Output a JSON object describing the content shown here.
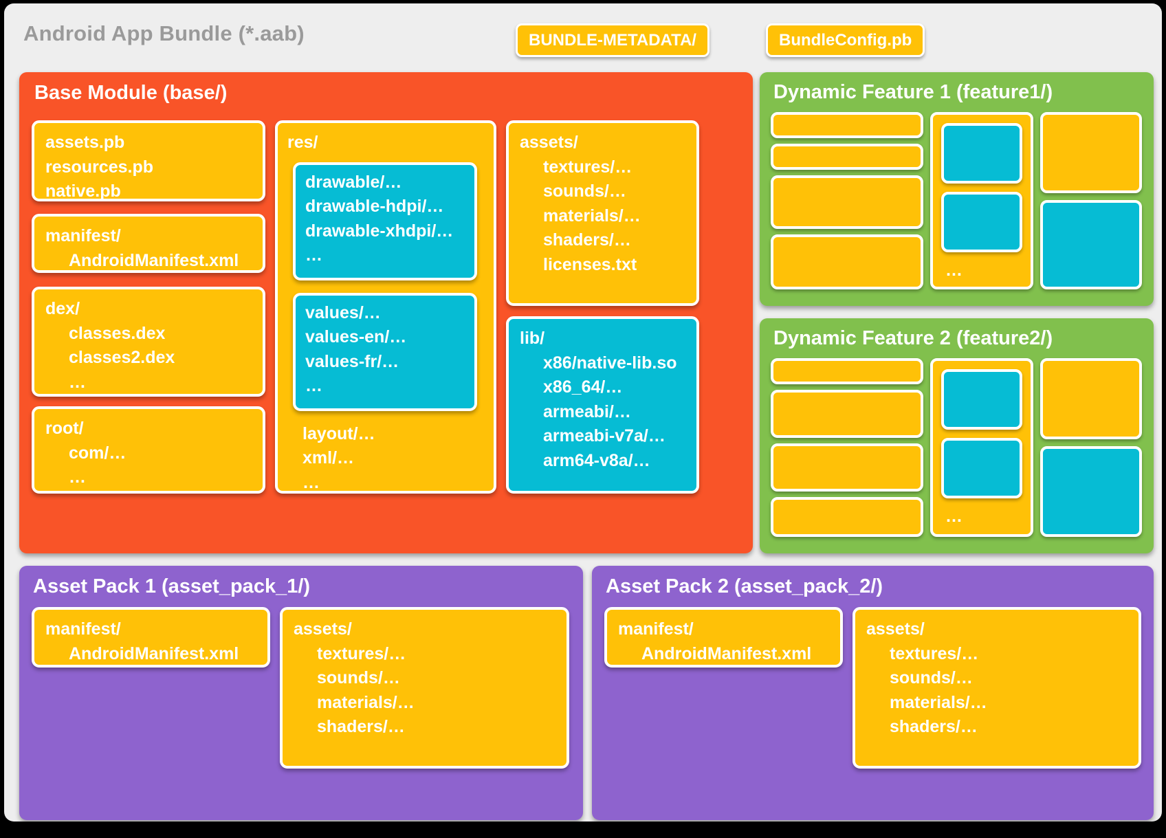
{
  "bundle": {
    "title": "Android App Bundle (*.aab)",
    "metadata_chip": "BUNDLE-METADATA/",
    "config_chip": "BundleConfig.pb"
  },
  "colors": {
    "page_background": "#000000",
    "card_background": "#eeeeee",
    "base_module": "#F95428",
    "dynamic_feature": "#81C04D",
    "asset_pack": "#8E63CE",
    "file_box_yellow": "#FFC107",
    "file_box_cyan": "#06BCD4",
    "title_grey": "#9a9a9a",
    "text_white": "#ffffff"
  },
  "base_module": {
    "title": "Base Module (base/)",
    "boxes": {
      "protos": {
        "lines": [
          "assets.pb",
          "resources.pb",
          "native.pb"
        ]
      },
      "manifest": {
        "head": "manifest/",
        "children": [
          "AndroidManifest.xml"
        ]
      },
      "dex": {
        "head": "dex/",
        "children": [
          "classes.dex",
          "classes2.dex",
          "…"
        ]
      },
      "root": {
        "head": "root/",
        "children": [
          "com/…",
          "…"
        ]
      },
      "res": {
        "head": "res/",
        "drawable": [
          "drawable/…",
          "drawable-hdpi/…",
          "drawable-xhdpi/…",
          "…"
        ],
        "values": [
          "values/…",
          "values-en/…",
          "values-fr/…",
          "…"
        ],
        "tail": [
          "layout/…",
          "xml/…",
          "…"
        ]
      },
      "assets": {
        "head": "assets/",
        "children": [
          "textures/…",
          "sounds/…",
          "materials/…",
          "shaders/…",
          "licenses.txt"
        ]
      },
      "lib": {
        "head": "lib/",
        "children": [
          "x86/native-lib.so",
          "x86_64/…",
          "armeabi/…",
          "armeabi-v7a/…",
          "arm64-v8a/…"
        ]
      }
    }
  },
  "dynamic_features": [
    {
      "title": "Dynamic Feature 1 (feature1/)",
      "ellipsis": "…"
    },
    {
      "title": "Dynamic Feature 2 (feature2/)",
      "ellipsis": "…"
    }
  ],
  "asset_packs": [
    {
      "title": "Asset Pack 1 (asset_pack_1/)",
      "manifest": {
        "head": "manifest/",
        "children": [
          "AndroidManifest.xml"
        ]
      },
      "assets": {
        "head": "assets/",
        "children": [
          "textures/…",
          "sounds/…",
          "materials/…",
          "shaders/…"
        ]
      }
    },
    {
      "title": "Asset Pack 2 (asset_pack_2/)",
      "manifest": {
        "head": "manifest/",
        "children": [
          "AndroidManifest.xml"
        ]
      },
      "assets": {
        "head": "assets/",
        "children": [
          "textures/…",
          "sounds/…",
          "materials/…",
          "shaders/…"
        ]
      }
    }
  ]
}
